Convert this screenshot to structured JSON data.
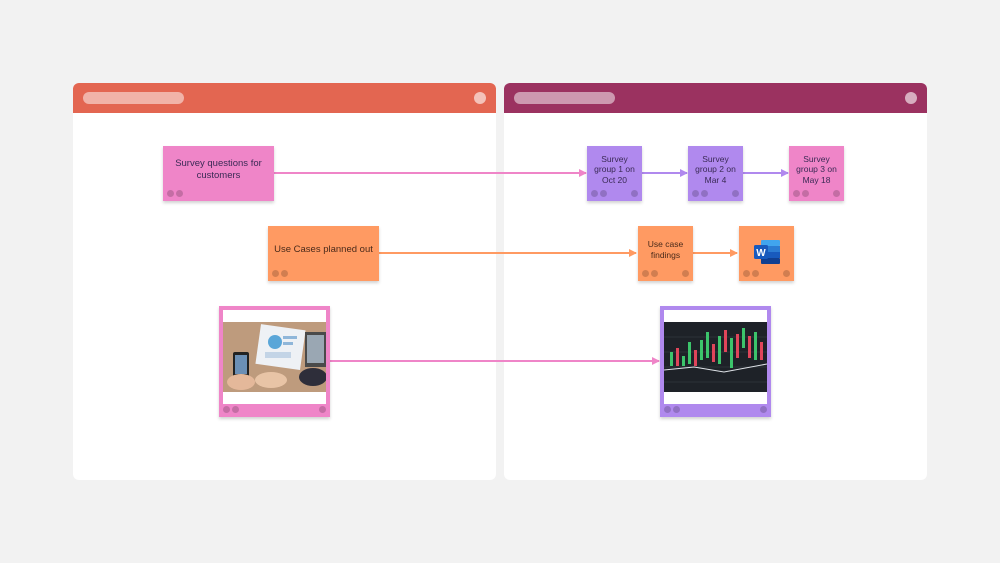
{
  "left_panel": {},
  "right_panel": {},
  "notes": {
    "survey_questions": "Survey questions for customers",
    "use_cases": "Use Cases planned out",
    "survey_group_1": "Survey group 1 on Oct 20",
    "survey_group_2": "Survey group 2 on Mar 4",
    "survey_group_3": "Survey group 3 on May 18",
    "use_case_findings": "Use case findings"
  },
  "icons": {
    "word_doc": "microsoft-word-icon",
    "word_letter": "W"
  },
  "colors": {
    "left_header": "#e36651",
    "right_header": "#9b3260",
    "pink": "#ef85c8",
    "purple": "#b089ee",
    "orange": "#ff9a62"
  }
}
